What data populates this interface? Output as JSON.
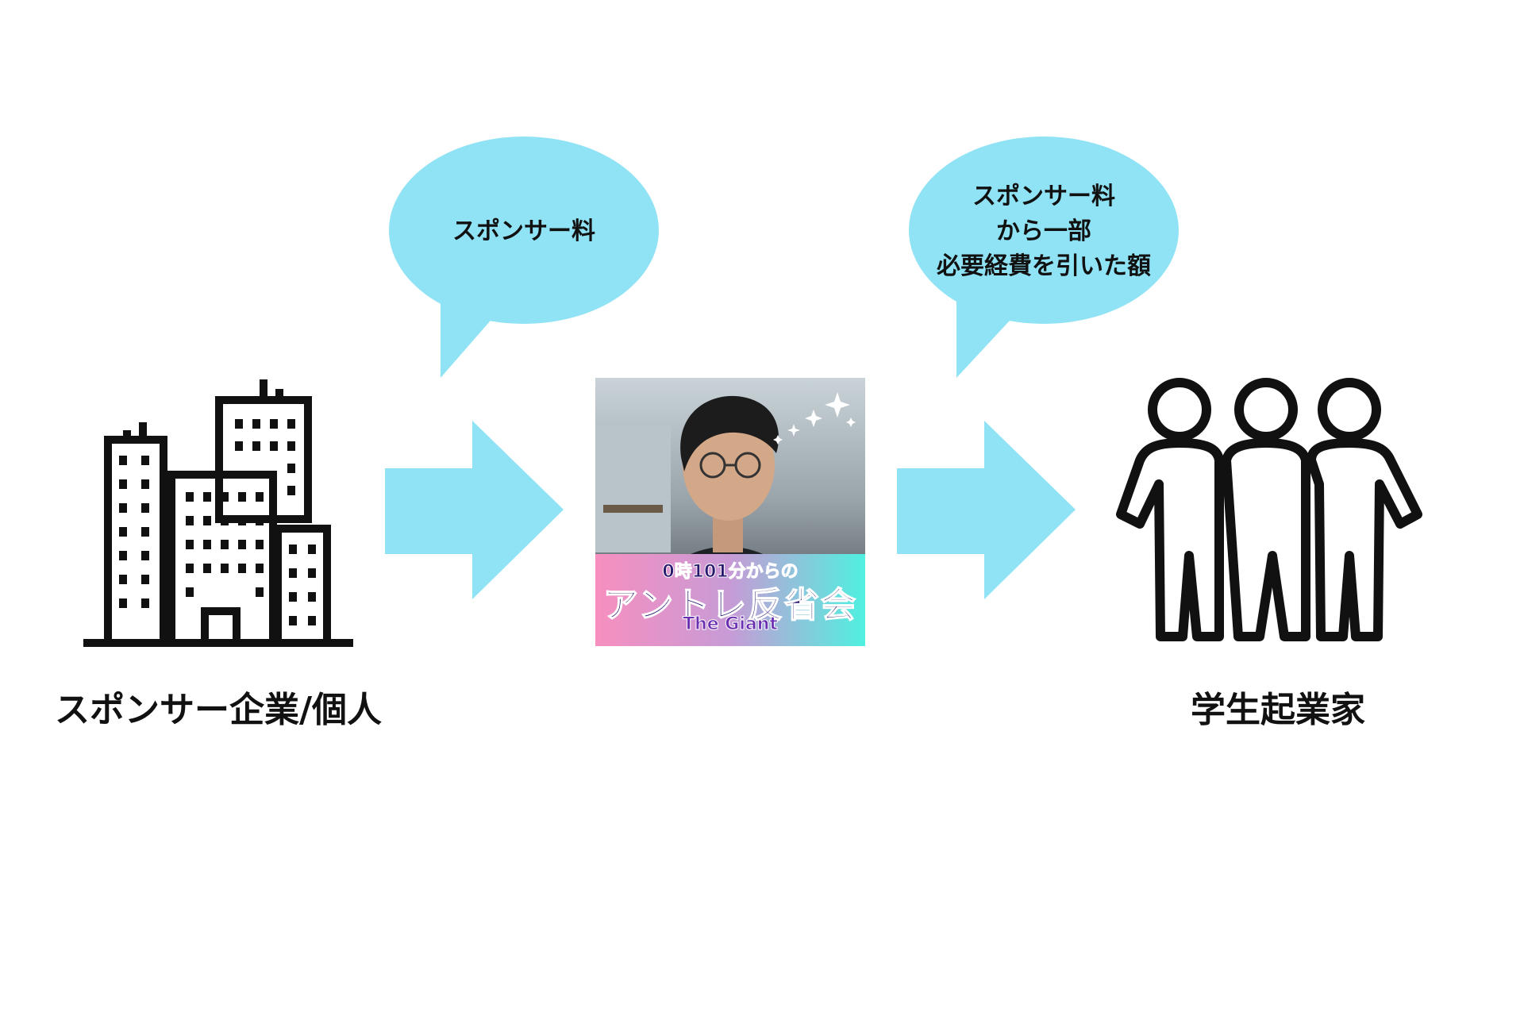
{
  "colors": {
    "accent": "#8fe3f5",
    "stroke": "#111111"
  },
  "nodes": {
    "sponsor": {
      "label": "スポンサー企業/個人",
      "icon": "office-buildings-icon"
    },
    "podcast": {
      "line1": "0時101分からの",
      "line2": "アントレ反省会",
      "line3": "The Giant",
      "icon": "podcast-cover-image"
    },
    "students": {
      "label": "学生起業家",
      "icon": "three-people-icon"
    }
  },
  "bubbles": {
    "first": {
      "lines": [
        "スポンサー料"
      ]
    },
    "second": {
      "lines": [
        "スポンサー料",
        "から一部",
        "必要経費を引いた額"
      ]
    }
  }
}
